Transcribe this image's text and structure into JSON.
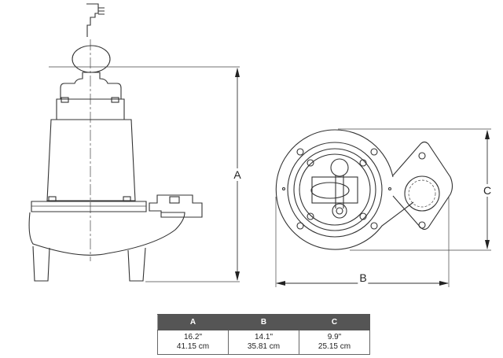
{
  "labels": {
    "a": "A",
    "b": "B",
    "c": "C"
  },
  "table": {
    "headers": [
      "A",
      "B",
      "C"
    ],
    "rows": [
      {
        "inches": "16.2\"",
        "cm": "41.15 cm"
      },
      {
        "inches": "14.1\"",
        "cm": "35.81 cm"
      },
      {
        "inches": "9.9\"",
        "cm": "25.15 cm"
      }
    ]
  }
}
